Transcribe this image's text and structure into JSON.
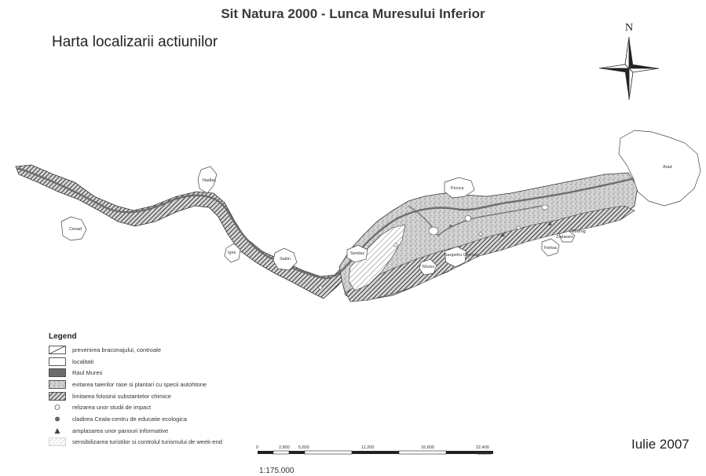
{
  "map": {
    "title": "Sit Natura 2000 - Lunca Muresului Inferior",
    "subtitle": "Harta localizarii actiunilor",
    "date": "Iulie 2007",
    "north_label": "N",
    "scale_text": "1:175.000",
    "scale_ticks": [
      "0",
      "2,800",
      "5,600",
      "11,200",
      "16,800",
      "22,400"
    ],
    "scale_unit": "Meters",
    "towns": [
      {
        "id": "cenad",
        "name": "Cenad"
      },
      {
        "id": "nadlac",
        "name": "Nadlac"
      },
      {
        "id": "igris",
        "name": "Igris"
      },
      {
        "id": "saitin",
        "name": "Saitin"
      },
      {
        "id": "semlac",
        "name": "Semlac"
      },
      {
        "id": "pecica",
        "name": "Pecica"
      },
      {
        "id": "arad",
        "name": "Arad"
      },
      {
        "id": "felnac",
        "name": "Felnac"
      },
      {
        "id": "zadareni",
        "name": "Zadareni"
      },
      {
        "id": "bodrog",
        "name": "Bodrog"
      },
      {
        "id": "mures",
        "name": "Mures"
      },
      {
        "id": "sanpetru",
        "name": "Sanpetru German"
      }
    ]
  },
  "legend": {
    "title": "Legend",
    "items": [
      {
        "id": "prevenirea",
        "label": "prevenirea braconajului, controale"
      },
      {
        "id": "localitati",
        "label": "localitati"
      },
      {
        "id": "raul",
        "label": "Raul Mures"
      },
      {
        "id": "evitarea",
        "label": "evitarea taierilor rase si plantari cu specii autohtone"
      },
      {
        "id": "limitarea",
        "label": "limitarea folosinii substantelor chimice"
      },
      {
        "id": "realizarea",
        "label": "relizarea unor studii de impact"
      },
      {
        "id": "cladirea",
        "label": "cladirea Ceala-centru de educatie ecologica"
      },
      {
        "id": "amplasarea",
        "label": "amplasarea unor panouri informative"
      },
      {
        "id": "sensibilizarea",
        "label": "sensibilizarea turistilor si controlul turismului de week-end"
      }
    ]
  },
  "colors": {
    "river": "#6d6d6d",
    "dense_hatch": "#4a4a4a",
    "light_pattern": "#9a9a9a",
    "outline": "#333333"
  }
}
